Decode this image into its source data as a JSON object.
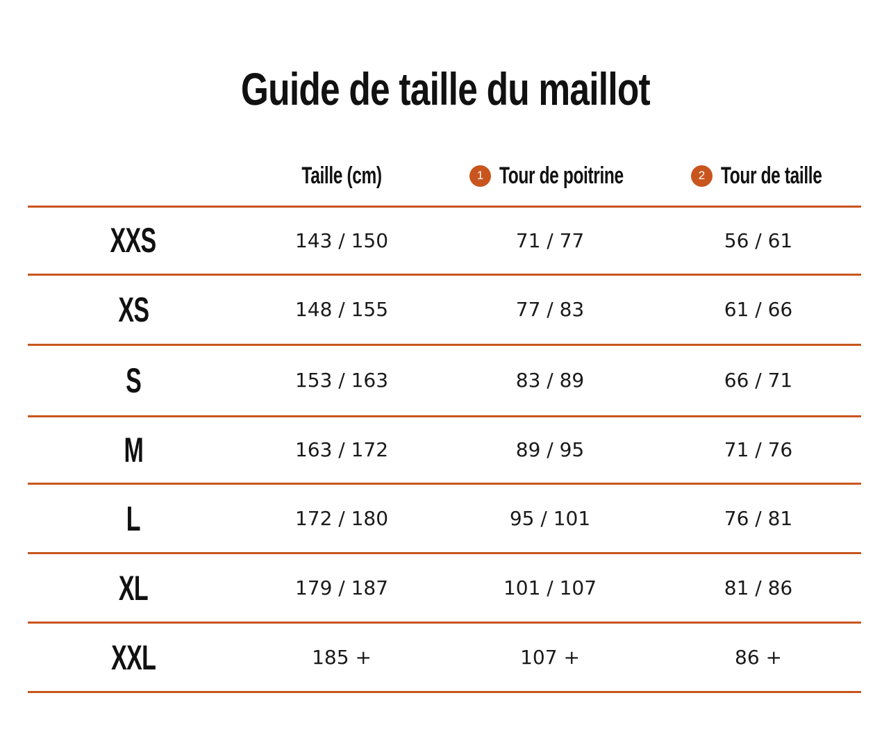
{
  "title": "Guide de taille du maillot",
  "colors": {
    "accent": "#c8551e",
    "text": "#111111",
    "background": "#ffffff"
  },
  "headers": {
    "size": "",
    "height": "Taille (cm)",
    "chest": {
      "badge": "1",
      "label": "Tour de poitrine"
    },
    "waist": {
      "badge": "2",
      "label": "Tour de taille"
    }
  },
  "rows": [
    {
      "size": "XXS",
      "height": "143 / 150",
      "chest": "71 / 77",
      "waist": "56 / 61"
    },
    {
      "size": "XS",
      "height": "148 / 155",
      "chest": "77 / 83",
      "waist": "61 / 66"
    },
    {
      "size": "S",
      "height": "153 / 163",
      "chest": "83 / 89",
      "waist": "66 / 71"
    },
    {
      "size": "M",
      "height": "163 / 172",
      "chest": "89 / 95",
      "waist": "71 / 76"
    },
    {
      "size": "L",
      "height": "172 / 180",
      "chest": "95 / 101",
      "waist": "76 / 81"
    },
    {
      "size": "XL",
      "height": "179 / 187",
      "chest": "101 / 107",
      "waist": "81 / 86"
    },
    {
      "size": "XXL",
      "height": "185 +",
      "chest": "107 +",
      "waist": "86 +"
    }
  ]
}
